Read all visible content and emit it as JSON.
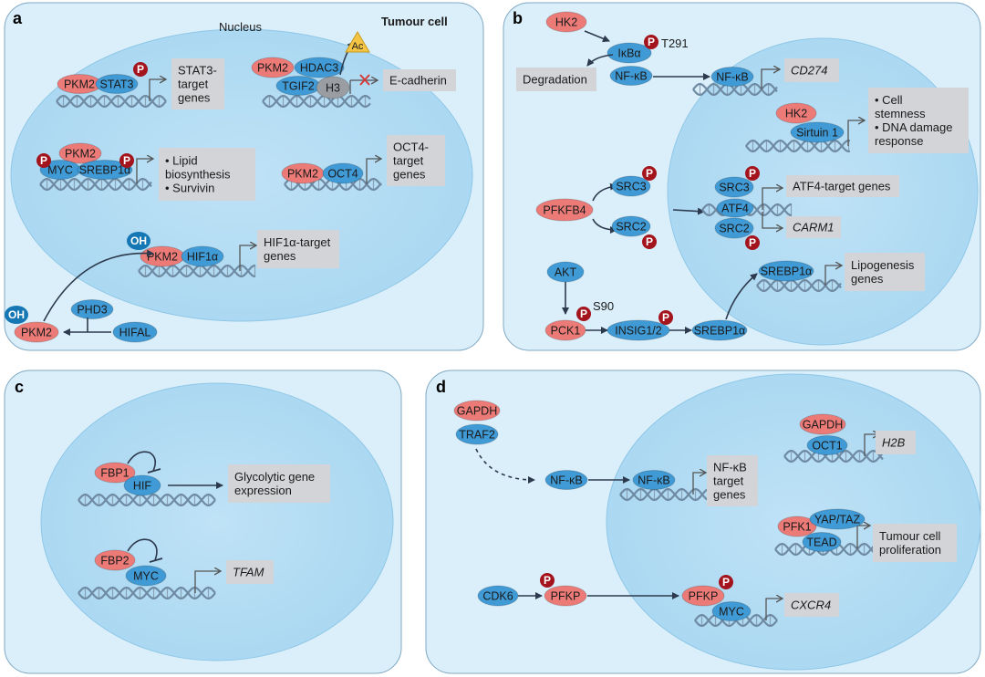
{
  "panels": {
    "a": "a",
    "b": "b",
    "c": "c",
    "d": "d"
  },
  "colors": {
    "blue": "#3f9ad5",
    "red": "#ec7b78",
    "grey": "#9a9ea3",
    "phospho": "#a3141d",
    "box": "#d2d4d7",
    "hydroxyl": "#1577b3",
    "ac": "#f4c544"
  },
  "a": {
    "nucleus": "Nucleus",
    "cell": "Tumour cell",
    "pkm2": "PKM2",
    "stat3": "STAT3",
    "stat3_target": [
      "STAT3-",
      "target",
      "genes"
    ],
    "hdac3": "HDAC3",
    "tgif2": "TGIF2",
    "h3": "H3",
    "ac": "Ac",
    "ecad": "E-cadherin",
    "myc": "MYC",
    "srebp1a": "SREBP1α",
    "lipid": [
      "• Lipid",
      "biosynthesis",
      "• Survivin"
    ],
    "oct4": "OCT4",
    "oct4_target": [
      "OCT4-",
      "target",
      "genes"
    ],
    "oh": "OH",
    "hif1a": "HIF1α",
    "hif1a_target": [
      "HIF1α-target",
      "genes"
    ],
    "phd3": "PHD3",
    "hifal": "HIFAL",
    "p": "P"
  },
  "b": {
    "hk2": "HK2",
    "ikba": "IκBα",
    "t291": "T291",
    "nfkb": "NF-κB",
    "degradation": "Degradation",
    "cd274": "CD274",
    "sirtuin": "Sirtuin 1",
    "stemness": [
      "• Cell",
      "stemness",
      "• DNA damage",
      "response"
    ],
    "pfkfb4": "PFKFB4",
    "src3": "SRC3",
    "src2": "SRC2",
    "atf4": "ATF4",
    "atf4_target": "ATF4-target genes",
    "carm1": "CARM1",
    "akt": "AKT",
    "s90": "S90",
    "pck1": "PCK1",
    "insig": "INSIG1/2",
    "srebp1a": "SREBP1α",
    "lipogenesis": [
      "Lipogenesis",
      "genes"
    ]
  },
  "c": {
    "fbp1": "FBP1",
    "hif": "HIF",
    "glyco": [
      "Glycolytic gene",
      "expression"
    ],
    "fbp2": "FBP2",
    "myc": "MYC",
    "tfam": "TFAM"
  },
  "d": {
    "gapdh": "GAPDH",
    "traf2": "TRAF2",
    "nfkb": "NF-κB",
    "nfkb_target": [
      "NF-κB",
      "target",
      "genes"
    ],
    "oct1": "OCT1",
    "h2b": "H2B",
    "pfk1": "PFK1",
    "yaptaz": "YAP/TAZ",
    "tead": "TEAD",
    "tumour": [
      "Tumour cell",
      "proliferation"
    ],
    "cdk6": "CDK6",
    "pfkp": "PFKP",
    "myc": "MYC",
    "cxcr4": "CXCR4"
  }
}
